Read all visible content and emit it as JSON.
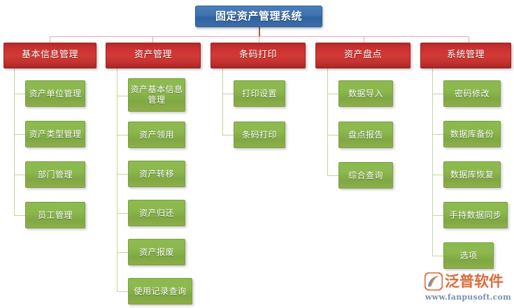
{
  "diagram": {
    "title": "固定资产管理系统",
    "root": {
      "label": "固定资产管理系统",
      "color": "#3f73b0"
    },
    "branch_color": "#c9302f",
    "leaf_color": "#8cba4e",
    "connector_color_top": "#e8a9a6",
    "connector_color_branch": "#c3d69b",
    "branches": [
      {
        "label": "基本信息管理",
        "children": [
          {
            "label": "资产单位管理"
          },
          {
            "label": "资产类型管理"
          },
          {
            "label": "部门管理"
          },
          {
            "label": "员工管理"
          }
        ]
      },
      {
        "label": "资产管理",
        "children": [
          {
            "label": "资产基本信息\n管理"
          },
          {
            "label": "资产领用"
          },
          {
            "label": "资产转移"
          },
          {
            "label": "资产归还"
          },
          {
            "label": "资产报废"
          },
          {
            "label": "使用记录查询"
          }
        ]
      },
      {
        "label": "条码打印",
        "children": [
          {
            "label": "打印设置"
          },
          {
            "label": "条码打印"
          }
        ]
      },
      {
        "label": "资产盘点",
        "children": [
          {
            "label": "数据导入"
          },
          {
            "label": "盘点报告"
          },
          {
            "label": "综合查询"
          }
        ]
      },
      {
        "label": "系统管理",
        "children": [
          {
            "label": "密码修改"
          },
          {
            "label": "数据库备份"
          },
          {
            "label": "数据库恢复"
          },
          {
            "label": "手持数据同步"
          },
          {
            "label": "选项"
          }
        ]
      }
    ]
  },
  "watermark": {
    "brand": "泛普软件",
    "url": "www.fanpusoft.com",
    "brand_color": "#e06a3a",
    "url_color": "#7b8fb5"
  }
}
